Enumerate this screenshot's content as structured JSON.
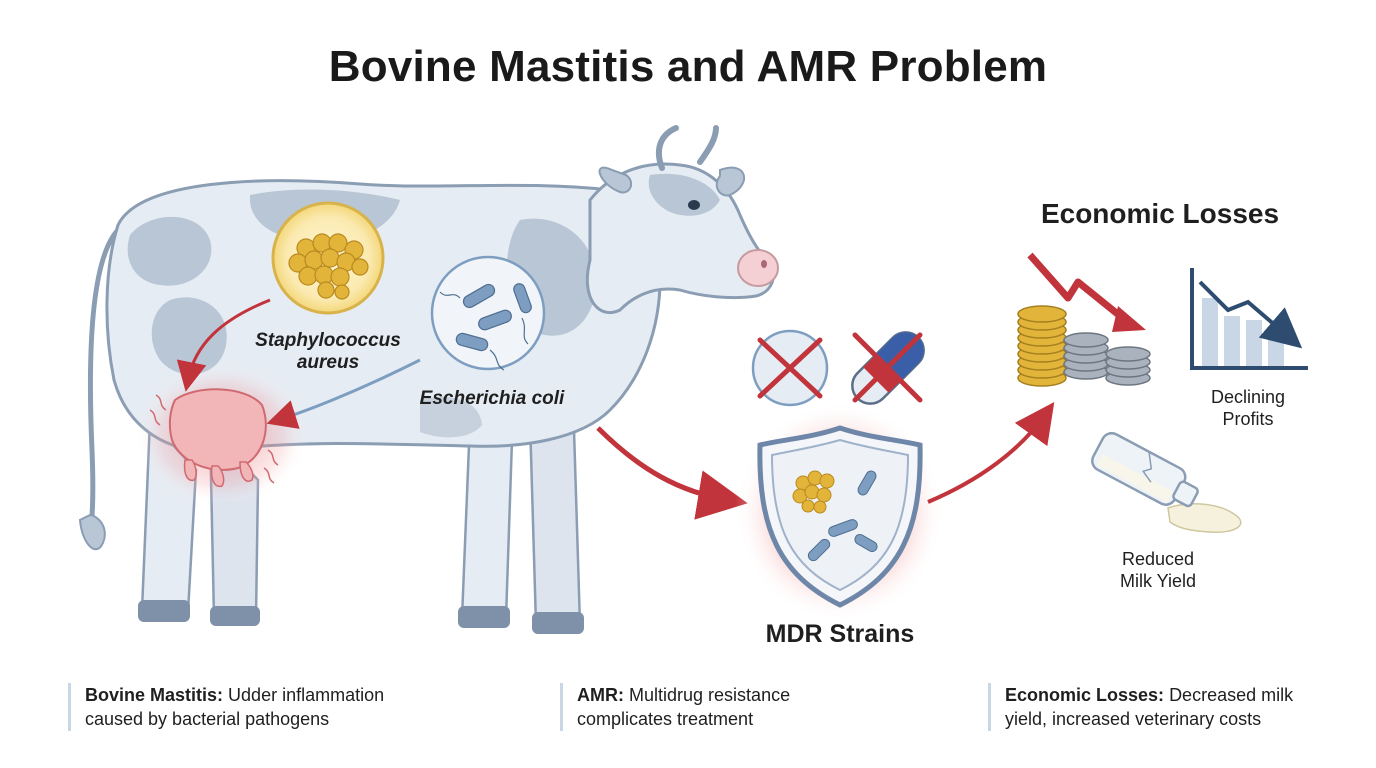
{
  "title": "Bovine Mastitis and AMR Problem",
  "pathogens": {
    "staph_line1": "Staphylococcus",
    "staph_line2": "aureus",
    "ecoli": "Escherichia coli"
  },
  "mdr_label": "MDR Strains",
  "economic": {
    "title": "Economic Losses",
    "declining_line1": "Declining",
    "declining_line2": "Profits",
    "milk_line1": "Reduced",
    "milk_line2": "Milk Yield"
  },
  "captions": [
    {
      "term": "Bovine Mastitis:",
      "text_line1": "Udder inflammation",
      "text_line2": "caused by bacterial pathogens"
    },
    {
      "term": "AMR:",
      "text_line1": "Multidrug resistance",
      "text_line2": "complicates treatment"
    },
    {
      "term": "Economic Losses:",
      "text_line1": "Decreased milk",
      "text_line2": "yield, increased veterinary costs"
    }
  ],
  "colors": {
    "arrow_red": "#c2343b",
    "cow_body": "#e6ecf3",
    "cow_spots": "#b9c6d5",
    "staph_gold": "#e3b43a",
    "ecoli_blue": "#7d9ec0",
    "shield_blue": "#6e86a8",
    "inflammation": "#e8555a"
  }
}
